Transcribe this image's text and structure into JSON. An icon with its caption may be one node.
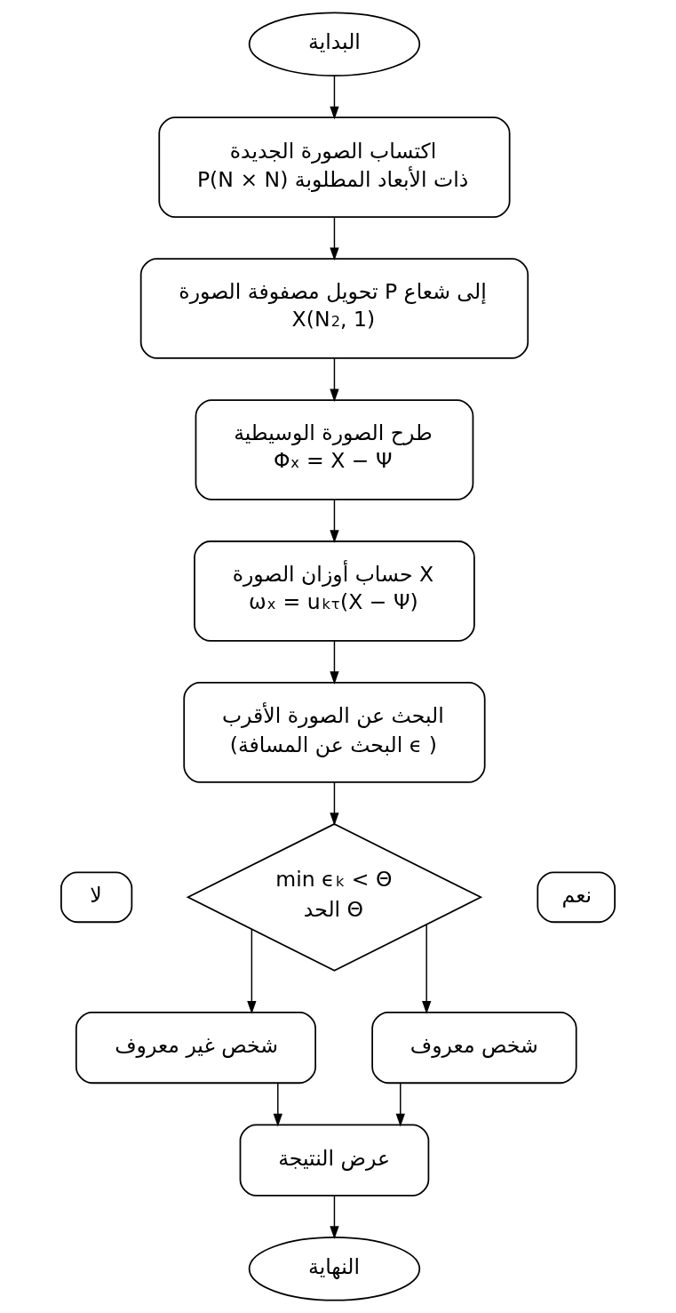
{
  "diagram": {
    "nodes": [
      {
        "text": [
          "البداية"
        ]
      },
      {
        "text": [
          "اكتساب الصورة الجديدة",
          "P(N × N) ذات الأبعاد المطلوبة"
        ]
      },
      {
        "text": [
          "تحويل مصفوفة الصورة P إلى شعاع",
          "X(N$^{2}$, 1)"
        ]
      },
      {
        "text": [
          "طرح الصورة الوسيطية",
          "Φ$_{x}$ = X − Ψ"
        ]
      },
      {
        "text": [
          "حساب أوزان الصورة X",
          "ω$_{x}$ = u$_{k}$$^{τ}$(X − Ψ)"
        ]
      },
      {
        "text": [
          "البحث عن الصورة الأقرب",
          "(البحث عن المسافة ϵ )"
        ]
      },
      {
        "text": [
          "min ϵ$_{k}$ < Θ",
          "الحد Θ"
        ]
      },
      {
        "text": [
          "لا"
        ]
      },
      {
        "text": [
          "نعم"
        ]
      },
      {
        "text": [
          "شخص غير معروف"
        ]
      },
      {
        "text": [
          "شخص معروف"
        ]
      },
      {
        "text": [
          "عرض النتيجة"
        ]
      },
      {
        "text": [
          "النهاية"
        ]
      }
    ],
    "edges": [
      {
        "from": 0,
        "to": 1,
        "arrow": "to"
      },
      {
        "from": 1,
        "to": 2,
        "arrow": "to"
      },
      {
        "from": 2,
        "to": 3,
        "arrow": "to"
      },
      {
        "from": 3,
        "to": 4,
        "arrow": "to"
      },
      {
        "from": 4,
        "to": 5,
        "arrow": "to"
      },
      {
        "from": 5,
        "to": 6,
        "arrow": "to"
      },
      {
        "from": 6,
        "to": 9,
        "arrow": "to"
      },
      {
        "from": 6,
        "to": 10,
        "arrow": "to"
      },
      {
        "from": 9,
        "to": 11,
        "arrow": "to"
      },
      {
        "from": 10,
        "to": 11,
        "arrow": "to"
      },
      {
        "from": 11,
        "to": 12,
        "arrow": "to"
      }
    ]
  }
}
